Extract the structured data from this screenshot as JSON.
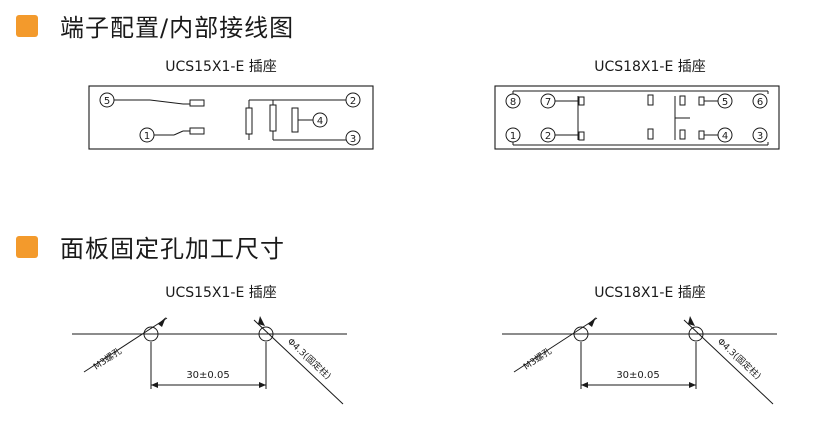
{
  "section1": {
    "title": "端子配置/内部接线图"
  },
  "section2": {
    "title": "面板固定孔加工尺寸"
  },
  "terminal": {
    "left_label": "UCS15X1-E 插座",
    "right_label": "UCS18X1-E 插座",
    "left_pins": [
      "5",
      "1",
      "2",
      "4",
      "3"
    ],
    "right_pins": [
      "8",
      "7",
      "5",
      "6",
      "1",
      "2",
      "4",
      "3"
    ]
  },
  "panel": {
    "left_label": "UCS15X1-E 插座",
    "right_label": "UCS18X1-E 插座",
    "screw_label": "M3螺孔",
    "post_label": "Φ4.3(固定柱)",
    "dimension": "30±0.05"
  },
  "colors": {
    "accent": "#f39a2c",
    "line": "#1a1a1a"
  }
}
